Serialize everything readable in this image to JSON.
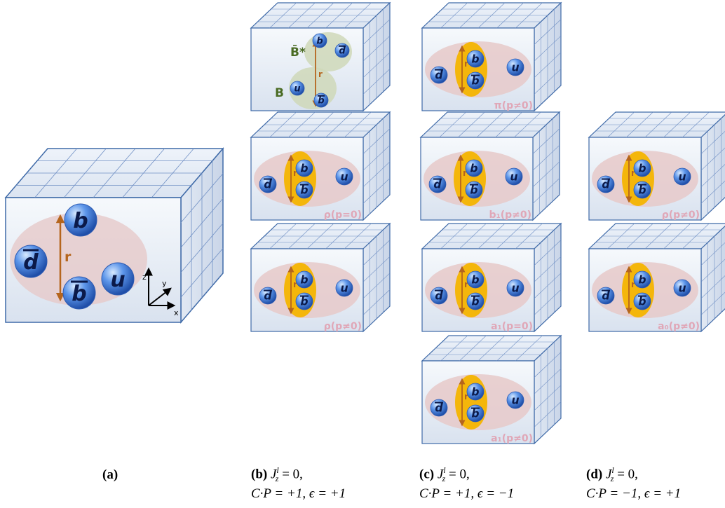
{
  "main_box": {
    "quarks": {
      "top": "b",
      "left": "d",
      "bottom": "b",
      "right": "u"
    },
    "separation_label": "r",
    "axes": {
      "x": "x",
      "y": "y",
      "z": "z"
    }
  },
  "panels": [
    {
      "id": "b1",
      "kind": "BB",
      "label_B": "B",
      "label_Bstar": "B̄*",
      "r": "r",
      "quarks": [
        "b",
        "d",
        "u",
        "b"
      ]
    },
    {
      "id": "c1",
      "kind": "diquark",
      "r": "r",
      "quarks": [
        "b",
        "b",
        "d",
        "u"
      ],
      "state": "π(p≠0)"
    },
    {
      "id": "b2",
      "kind": "diquark",
      "r": "r",
      "quarks": [
        "b",
        "b",
        "d",
        "u"
      ],
      "state": "ρ(p=0)"
    },
    {
      "id": "c2",
      "kind": "diquark",
      "r": "r",
      "quarks": [
        "b",
        "b",
        "d",
        "u"
      ],
      "state": "b₁(p≠0)"
    },
    {
      "id": "d2",
      "kind": "diquark",
      "r": "r",
      "quarks": [
        "b",
        "b",
        "d",
        "u"
      ],
      "state": "ρ(p≠0)"
    },
    {
      "id": "b3",
      "kind": "diquark",
      "r": "r",
      "quarks": [
        "b",
        "b",
        "d",
        "u"
      ],
      "state": "ρ(p≠0)"
    },
    {
      "id": "c3",
      "kind": "diquark",
      "r": "r",
      "quarks": [
        "b",
        "b",
        "d",
        "u"
      ],
      "state": "a₁(p=0)"
    },
    {
      "id": "d3",
      "kind": "diquark",
      "r": "r",
      "quarks": [
        "b",
        "b",
        "d",
        "u"
      ],
      "state": "a₀(p≠0)"
    },
    {
      "id": "c4",
      "kind": "diquark",
      "r": "r",
      "quarks": [
        "b",
        "b",
        "d",
        "u"
      ],
      "state": "a₁(p≠0)"
    }
  ],
  "captions": {
    "a": {
      "tag": "(a)"
    },
    "b": {
      "tag": "(b)",
      "line1": "J",
      "line1_rest": " = 0,",
      "line2": "C·P = +1, ϵ = +1"
    },
    "c": {
      "tag": "(c)",
      "line1": "J",
      "line1_rest": " = 0,",
      "line2": "C·P = +1, ϵ = −1"
    },
    "d": {
      "tag": "(d)",
      "line1": "J",
      "line1_rest": " = 0,",
      "line2": "C·P = −1, ϵ = +1"
    },
    "jz_sup": "l",
    "jz_sub": "z"
  },
  "colors": {
    "box_edge": "#3f6aa8",
    "box_face_top": "#f4f7fb",
    "box_face_bottom": "#dfe6f1",
    "grid": "#6f8fc4",
    "meson_cloud": "#e6c9c9",
    "diquark": "#f4b400",
    "quark_fill": "#4f86df",
    "r_arrow": "#b5651d",
    "state_label": "#e0a7b7",
    "green_text": "#4a6b24"
  }
}
